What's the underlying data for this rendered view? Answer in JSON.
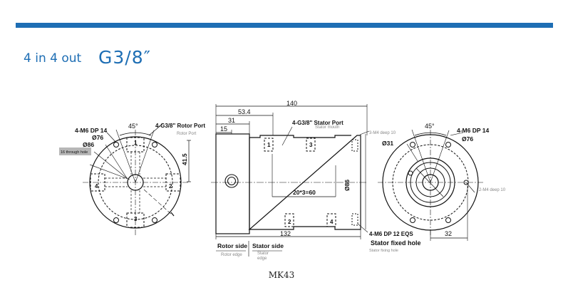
{
  "header": {
    "subtitle": "4 in 4 out",
    "thread": "G3/8″"
  },
  "colors": {
    "accent": "#1e6eb4",
    "line": "#111111",
    "note": "#888888",
    "tag_bg": "#b7b7b7"
  },
  "left_view": {
    "label_bolts": "4-M6 DP 14",
    "label_angle": "45°",
    "label_port": "4-G3/8\"  Rotor Port",
    "label_port_note": "Rotor Port",
    "label_d76": "Ø76",
    "label_d86": "Ø86",
    "label_through_note": "16 through hole",
    "label_h": "41.5",
    "port_numbers": [
      "1",
      "2",
      "3",
      "4"
    ]
  },
  "side_view": {
    "dim_overall": "140",
    "dim_53": "53.4",
    "dim_31": "31",
    "dim_15": "15",
    "dim_pitch": "20*3=60",
    "dim_dia": "Ø86",
    "dim_132": "132",
    "label_stator_port": "4-G3/8\"  Stator Port",
    "label_stator_note": "Stator mouth",
    "label_m4": "3-M4 deep 10",
    "label_fixed": "4-M6 DP 12 EQS",
    "label_fixed_title": "Stator fixed hole",
    "label_fixed_note": "Stator fixing hole",
    "label_rotor_side": "Rotor side",
    "label_rotor_edge": "Rotor edge",
    "label_stator_side": "Stator side",
    "label_stator_edge1": "Stator",
    "label_stator_edge2": "edge",
    "port_numbers_top": [
      "1",
      "3"
    ],
    "port_numbers_bottom": [
      "2",
      "4"
    ]
  },
  "right_view": {
    "label_angle": "45°",
    "label_bolts": "4-M6 DP  14",
    "label_d31": "Ø31",
    "label_d76": "Ø76",
    "label_m4": "2-M4 deep 10",
    "dim_32": "32"
  },
  "model": "MK43"
}
